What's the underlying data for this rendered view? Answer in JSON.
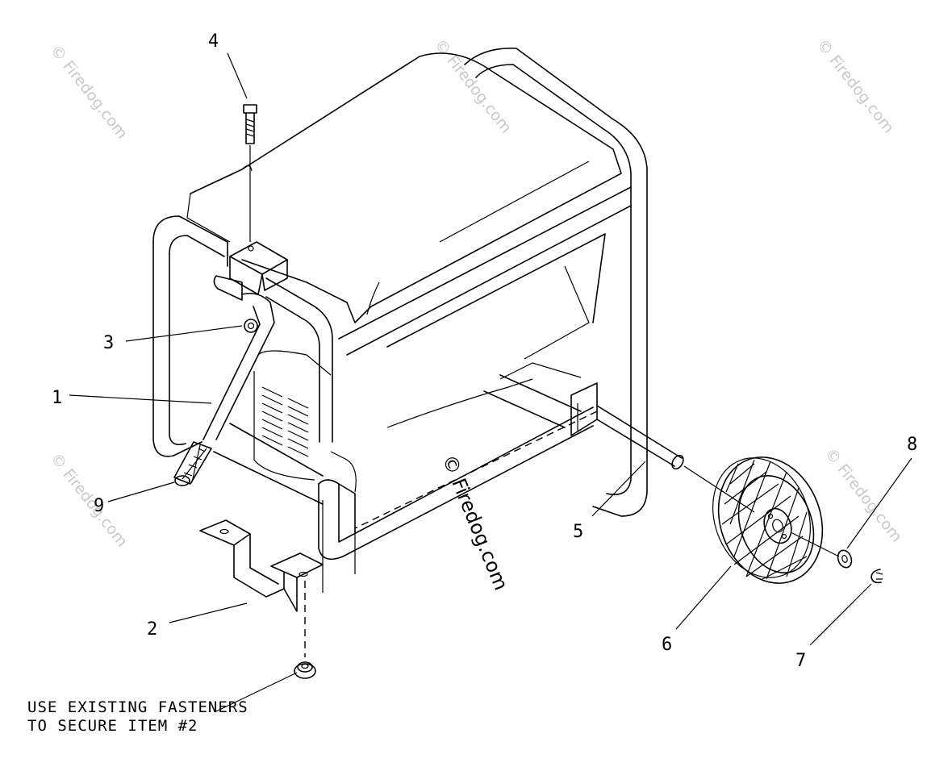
{
  "callouts": {
    "c1": "1",
    "c2": "2",
    "c3": "3",
    "c4": "4",
    "c5": "5",
    "c6": "6",
    "c7": "7",
    "c8": "8",
    "c9": "9"
  },
  "note": {
    "line1": "USE EXISTING FASTENERS",
    "line2": "TO SECURE ITEM #2"
  },
  "watermark": {
    "text": "© Firedog.com",
    "center_text": "© Firedog.com"
  }
}
